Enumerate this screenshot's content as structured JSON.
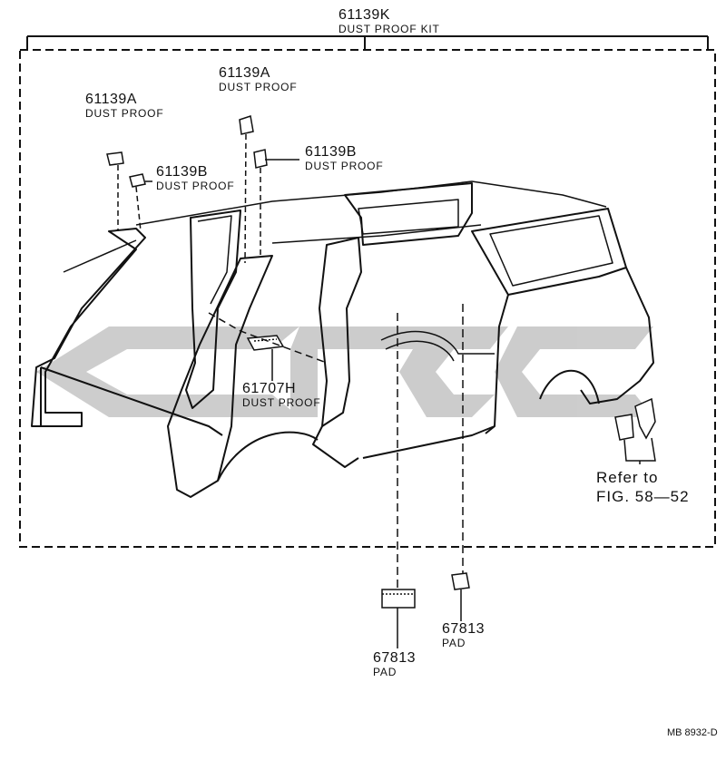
{
  "kit": {
    "part_number": "61139K",
    "name": "DUST PROOF KIT"
  },
  "callouts": [
    {
      "part_number": "61139A",
      "name": "DUST PROOF"
    },
    {
      "part_number": "61139A",
      "name": "DUST PROOF"
    },
    {
      "part_number": "61139B",
      "name": "DUST PROOF"
    },
    {
      "part_number": "61139B",
      "name": "DUST PROOF"
    },
    {
      "part_number": "61707H",
      "name": "DUST PROOF"
    },
    {
      "part_number": "67813",
      "name": "PAD"
    },
    {
      "part_number": "67813",
      "name": "PAD"
    }
  ],
  "reference": {
    "line1": "Refer to",
    "line2": "FIG. 58—52"
  },
  "drawing_code": "MB 8932-D",
  "colors": {
    "ink": "#111111",
    "watermark": "#c4c4c4",
    "background": "#ffffff"
  }
}
